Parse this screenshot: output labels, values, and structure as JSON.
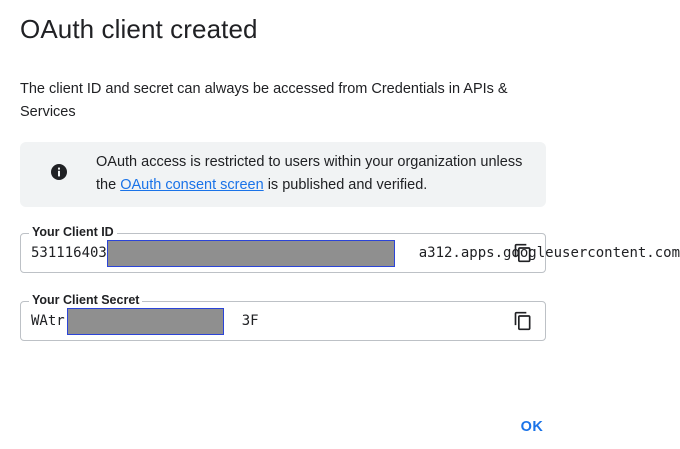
{
  "dialog": {
    "title": "OAuth client created",
    "description": "The client ID and secret can always be accessed from Credentials in APIs & Services",
    "banner": {
      "icon": "info-icon",
      "text_before": "OAuth access is restricted to users within your organization unless the ",
      "link_text": "OAuth consent screen",
      "text_after": " is published and verified."
    },
    "client_id": {
      "label": "Your Client ID",
      "value": "531116403                                     a312.apps.googleusercontent.com",
      "copy_icon": "copy-icon"
    },
    "client_secret": {
      "label": "Your Client Secret",
      "value": "WAtr                     3F",
      "copy_icon": "copy-icon"
    },
    "ok_label": "OK"
  },
  "colors": {
    "accent": "#1a73e8",
    "banner_bg": "#f1f3f4",
    "redaction": "#8f8f8f",
    "redaction_border": "#2b44d8"
  }
}
